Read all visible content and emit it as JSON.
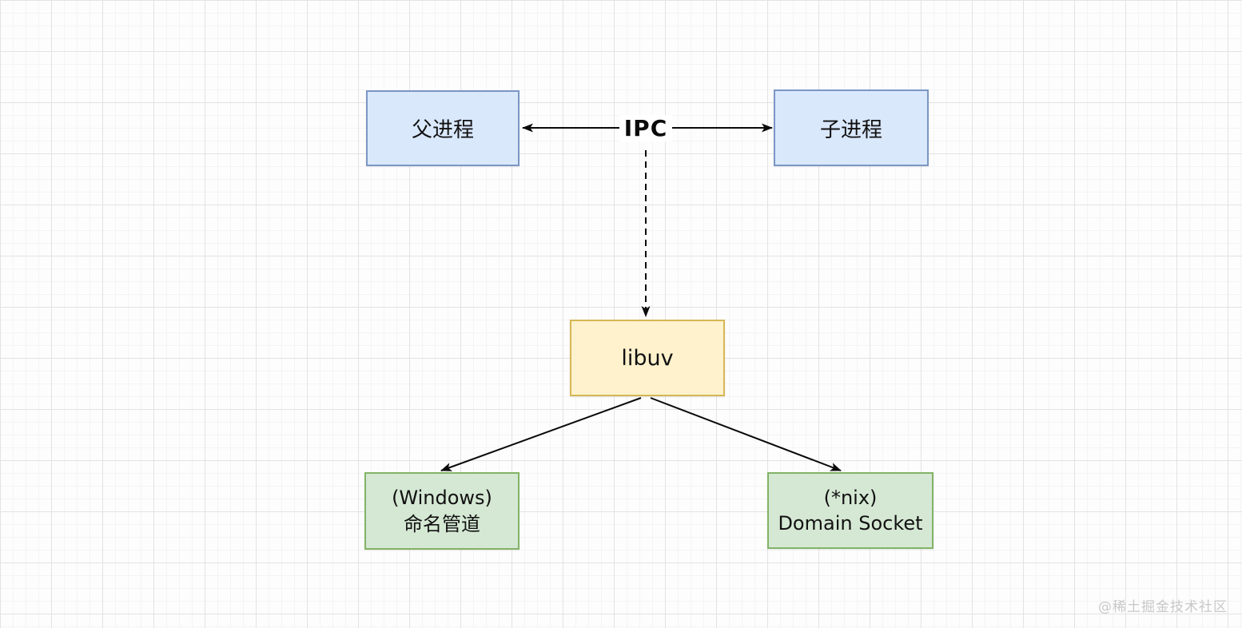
{
  "diagram": {
    "nodes": {
      "parent_process": {
        "label": "父进程"
      },
      "child_process": {
        "label": "子进程"
      },
      "libuv": {
        "label": "libuv"
      },
      "windows_named_pipe": {
        "line1": "(Windows)",
        "line2": "命名管道"
      },
      "nix_domain_socket": {
        "line1": "(*nix)",
        "line2": "Domain Socket"
      }
    },
    "edges": {
      "ipc_label": "IPC"
    }
  },
  "watermark": {
    "text": "@稀土掘金技术社区"
  },
  "colors": {
    "canvas-bg": "#fdfdfd",
    "grid-minor": "#f4f4f7",
    "grid-major": "#e3e3e6",
    "process-fill": "#dae8fc",
    "process-stroke": "#7a97c4",
    "libuv-fill": "#fff2cc",
    "libuv-stroke": "#d6b656",
    "socket-fill": "#d5e8d4",
    "socket-stroke": "#82b366",
    "arrow": "#0a0a0a",
    "watermark": "#c8c8c8"
  }
}
